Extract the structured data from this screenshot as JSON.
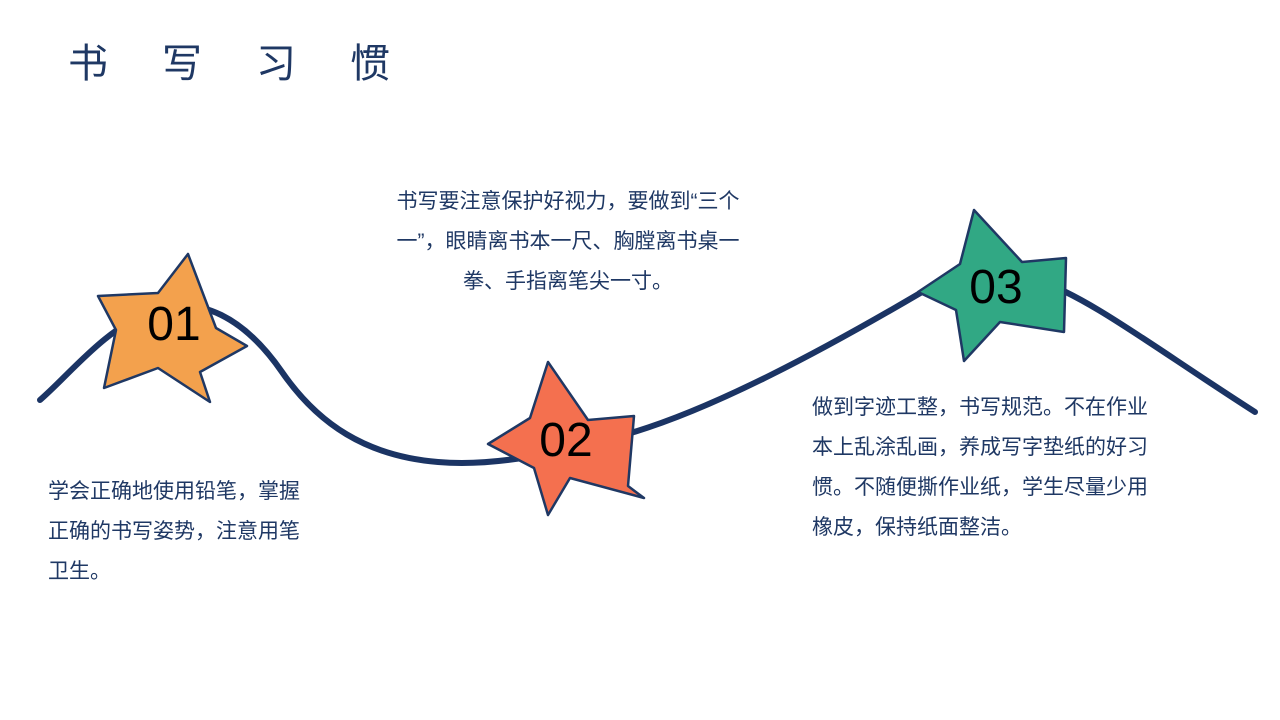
{
  "slide": {
    "title": "书 写 习 惯",
    "background_color": "#FFFFFF",
    "accent_navy": "#1F3864",
    "curve_color": "#1B3464"
  },
  "nodes": [
    {
      "number": "01",
      "fill_color": "#F3A14D",
      "outline_color": "#1F3864",
      "text": "学会正确地使用铅笔，掌握正确的书写姿势，注意用笔卫生。"
    },
    {
      "number": "02",
      "fill_color": "#F4704F",
      "outline_color": "#1F3864",
      "text": "书写要注意保护好视力，要做到“三个一”，眼睛离书本一尺、胸膛离书桌一拳、手指离笔尖一寸。"
    },
    {
      "number": "03",
      "fill_color": "#31A884",
      "outline_color": "#1F3864",
      "text": "做到字迹工整，书写规范。不在作业本上乱涂乱画，养成写字垫纸的好习惯。不随便撕作业纸，学生尽量少用橡皮，保持纸面整洁。"
    }
  ]
}
